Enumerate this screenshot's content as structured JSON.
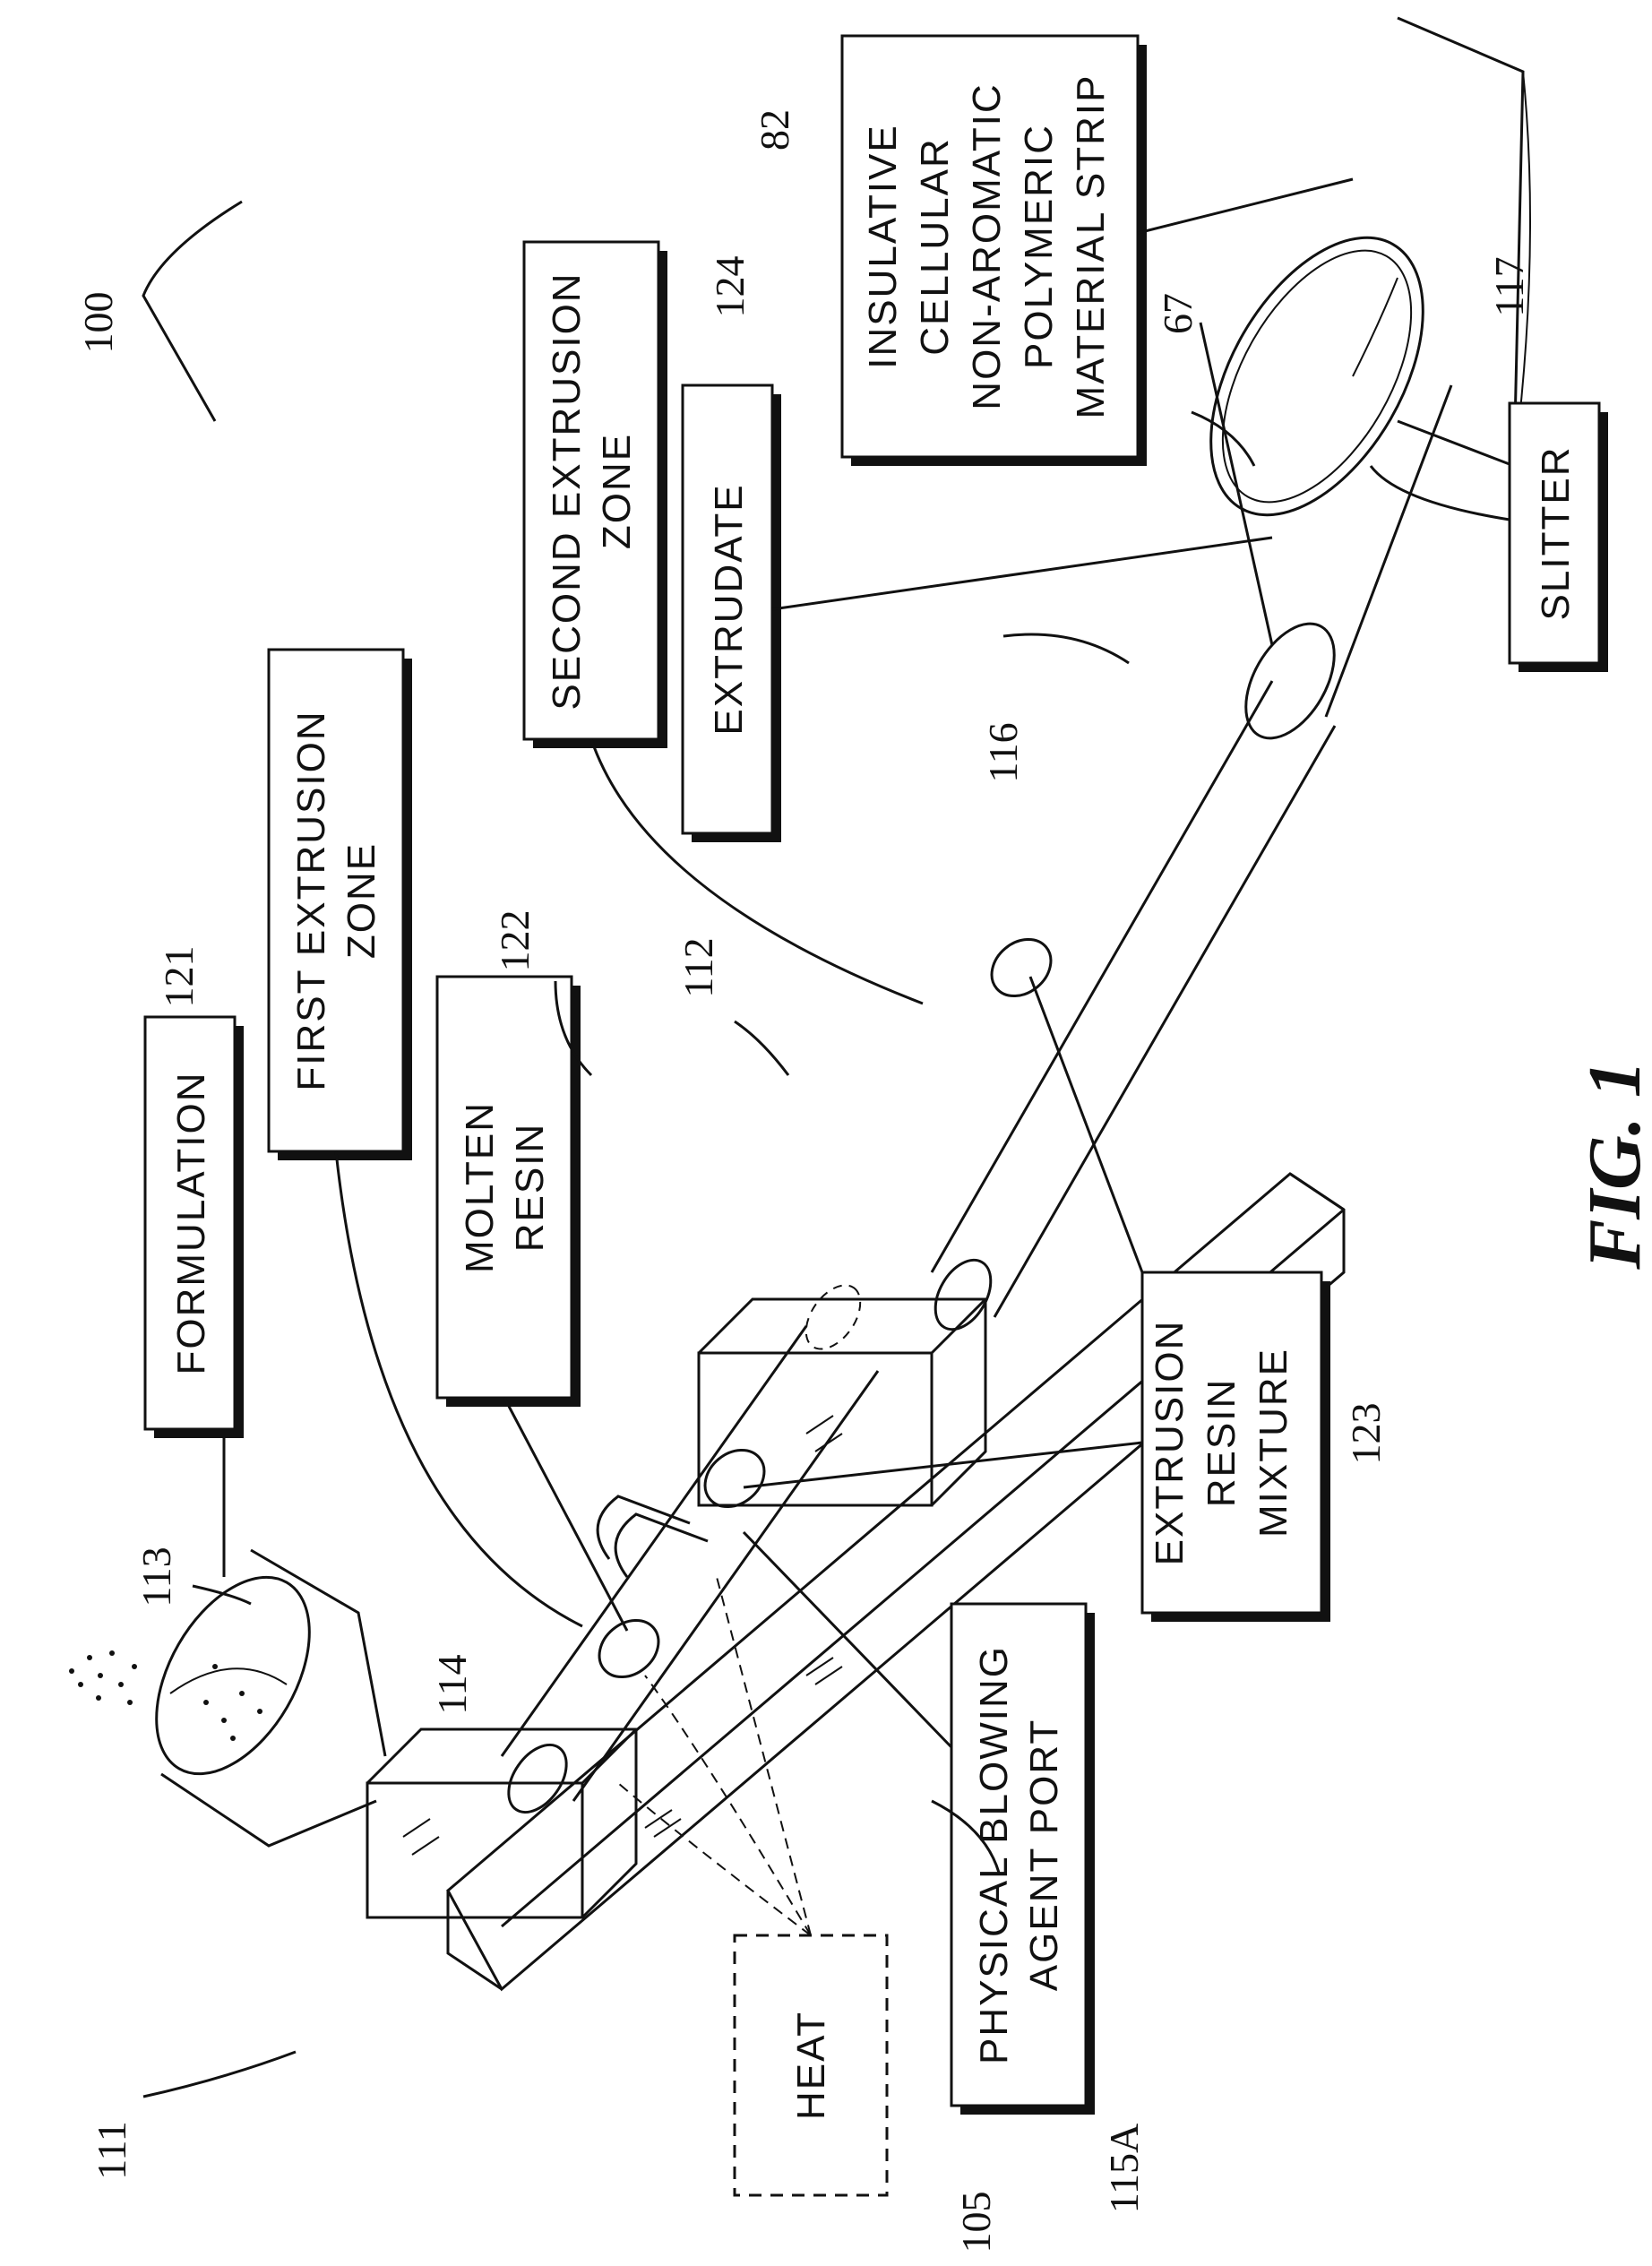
{
  "figure_label": "FIG. 1",
  "labels": {
    "formulation": "FORMULATION",
    "first_zone_1": "FIRST EXTRUSION",
    "first_zone_2": "ZONE",
    "molten_1": "MOLTEN",
    "molten_2": "RESIN",
    "second_zone_1": "SECOND EXTRUSION",
    "second_zone_2": "ZONE",
    "extrudate": "EXTRUDATE",
    "strip_1": "INSULATIVE",
    "strip_2": "CELLULAR",
    "strip_3": "NON-AROMATIC",
    "strip_4": "POLYMERIC",
    "strip_5": "MATERIAL STRIP",
    "slitter": "SLITTER",
    "mixture_1": "EXTRUSION",
    "mixture_2": "RESIN",
    "mixture_3": "MIXTURE",
    "port_1": "PHYSICAL BLOWING",
    "port_2": "AGENT PORT",
    "heat": "HEAT"
  },
  "refs": {
    "r100": "100",
    "r82": "82",
    "r124": "124",
    "r67": "67",
    "r117": "117",
    "r121": "121",
    "r122": "122",
    "r112": "112",
    "r116": "116",
    "r113": "113",
    "r114": "114",
    "r123": "123",
    "r111": "111",
    "r105": "105",
    "r115a": "115A"
  }
}
